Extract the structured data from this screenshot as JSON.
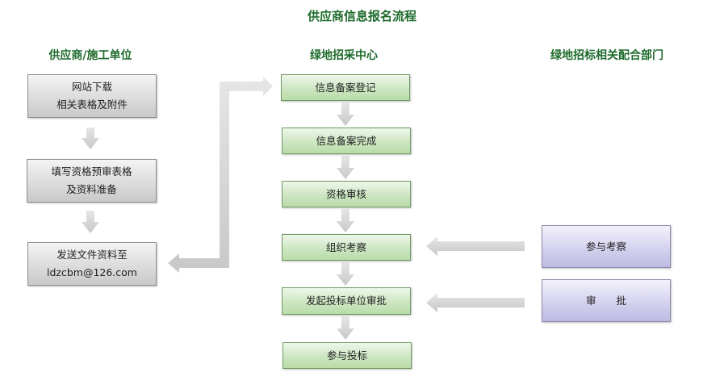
{
  "title": "供应商信息报名流程",
  "columns": {
    "left": "供应商/施工单位",
    "middle": "绿地招采中心",
    "right": "绿地招标相关配合部门"
  },
  "left_steps": [
    {
      "line1": "网站下载",
      "line2": "相关表格及附件"
    },
    {
      "line1": "填写资格预审表格",
      "line2": "及资料准备"
    },
    {
      "line1": "发送文件资料至",
      "line2": "ldzcbm@126.com"
    }
  ],
  "middle_steps": [
    "信息备案登记",
    "信息备案完成",
    "资格审核",
    "组织考察",
    "发起投标单位审批",
    "参与投标"
  ],
  "right_steps": [
    "参与考察",
    "审　　批"
  ],
  "colors": {
    "title": "#1e6b2c",
    "arrow": "#d0d0d0",
    "green_box": "#cde6c2",
    "gray_box": "#dcdcdc",
    "purple_box": "#d4d2ee"
  }
}
